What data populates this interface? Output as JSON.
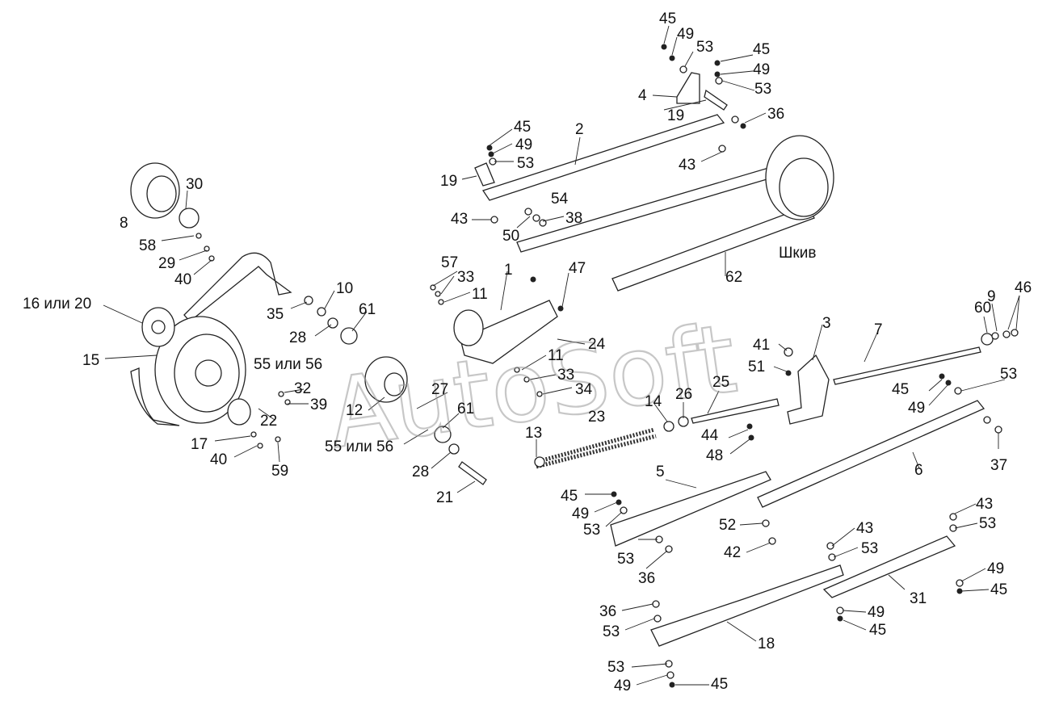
{
  "watermark": "AutoSoft",
  "pulley_label": "Шкив",
  "labels": [
    {
      "id": "l45a",
      "text": "45"
    },
    {
      "id": "l49a",
      "text": "49"
    },
    {
      "id": "l53a",
      "text": "53"
    },
    {
      "id": "l45b",
      "text": "45"
    },
    {
      "id": "l49b",
      "text": "49"
    },
    {
      "id": "l53b",
      "text": "53"
    },
    {
      "id": "l4",
      "text": "4"
    },
    {
      "id": "l19a",
      "text": "19"
    },
    {
      "id": "l36a",
      "text": "36"
    },
    {
      "id": "l2",
      "text": "2"
    },
    {
      "id": "l45c",
      "text": "45"
    },
    {
      "id": "l49c",
      "text": "49"
    },
    {
      "id": "l53c",
      "text": "53"
    },
    {
      "id": "l43a",
      "text": "43"
    },
    {
      "id": "l19b",
      "text": "19"
    },
    {
      "id": "l54",
      "text": "54"
    },
    {
      "id": "l43b",
      "text": "43"
    },
    {
      "id": "l38",
      "text": "38"
    },
    {
      "id": "l50",
      "text": "50"
    },
    {
      "id": "l30",
      "text": "30"
    },
    {
      "id": "l8",
      "text": "8"
    },
    {
      "id": "l58",
      "text": "58"
    },
    {
      "id": "l29",
      "text": "29"
    },
    {
      "id": "l40a",
      "text": "40"
    },
    {
      "id": "l57",
      "text": "57"
    },
    {
      "id": "l33a",
      "text": "33"
    },
    {
      "id": "l11a",
      "text": "11"
    },
    {
      "id": "l1",
      "text": "1"
    },
    {
      "id": "l47",
      "text": "47"
    },
    {
      "id": "l62",
      "text": "62"
    },
    {
      "id": "l10",
      "text": "10"
    },
    {
      "id": "l16",
      "text": "16 или 20"
    },
    {
      "id": "l35",
      "text": "35"
    },
    {
      "id": "l61a",
      "text": "61"
    },
    {
      "id": "l28a",
      "text": "28"
    },
    {
      "id": "l15",
      "text": "15"
    },
    {
      "id": "l5556a",
      "text": "55 или 56"
    },
    {
      "id": "l11b",
      "text": "11"
    },
    {
      "id": "l24",
      "text": "24"
    },
    {
      "id": "l33b",
      "text": "33"
    },
    {
      "id": "l34",
      "text": "34"
    },
    {
      "id": "l41",
      "text": "41"
    },
    {
      "id": "l3",
      "text": "3"
    },
    {
      "id": "l7",
      "text": "7"
    },
    {
      "id": "l60",
      "text": "60"
    },
    {
      "id": "l9",
      "text": "9"
    },
    {
      "id": "l46",
      "text": "46"
    },
    {
      "id": "l51",
      "text": "51"
    },
    {
      "id": "l25",
      "text": "25"
    },
    {
      "id": "l26",
      "text": "26"
    },
    {
      "id": "l14",
      "text": "14"
    },
    {
      "id": "l32",
      "text": "32"
    },
    {
      "id": "l39",
      "text": "39"
    },
    {
      "id": "l22",
      "text": "22"
    },
    {
      "id": "l12",
      "text": "12"
    },
    {
      "id": "l27",
      "text": "27"
    },
    {
      "id": "l61b",
      "text": "61"
    },
    {
      "id": "l23",
      "text": "23"
    },
    {
      "id": "l13",
      "text": "13"
    },
    {
      "id": "l44",
      "text": "44"
    },
    {
      "id": "l48",
      "text": "48"
    },
    {
      "id": "l45d",
      "text": "45"
    },
    {
      "id": "l49d",
      "text": "49"
    },
    {
      "id": "l53d",
      "text": "53"
    },
    {
      "id": "l37",
      "text": "37"
    },
    {
      "id": "l6",
      "text": "6"
    },
    {
      "id": "l17",
      "text": "17"
    },
    {
      "id": "l40b",
      "text": "40"
    },
    {
      "id": "l59",
      "text": "59"
    },
    {
      "id": "l5556b",
      "text": "55 или 56"
    },
    {
      "id": "l28b",
      "text": "28"
    },
    {
      "id": "l21",
      "text": "21"
    },
    {
      "id": "l5",
      "text": "5"
    },
    {
      "id": "l45e",
      "text": "45"
    },
    {
      "id": "l49e",
      "text": "49"
    },
    {
      "id": "l53e",
      "text": "53"
    },
    {
      "id": "l52",
      "text": "52"
    },
    {
      "id": "l42",
      "text": "42"
    },
    {
      "id": "l43c",
      "text": "43"
    },
    {
      "id": "l53f",
      "text": "53"
    },
    {
      "id": "l43d",
      "text": "43"
    },
    {
      "id": "l53g",
      "text": "53"
    },
    {
      "id": "l53h",
      "text": "53"
    },
    {
      "id": "l36b",
      "text": "36"
    },
    {
      "id": "l49f",
      "text": "49"
    },
    {
      "id": "l45f",
      "text": "45"
    },
    {
      "id": "l31",
      "text": "31"
    },
    {
      "id": "l36c",
      "text": "36"
    },
    {
      "id": "l53i",
      "text": "53"
    },
    {
      "id": "l49g",
      "text": "49"
    },
    {
      "id": "l45g",
      "text": "45"
    },
    {
      "id": "l18",
      "text": "18"
    },
    {
      "id": "l53j",
      "text": "53"
    },
    {
      "id": "l49h",
      "text": "49"
    },
    {
      "id": "l45h",
      "text": "45"
    }
  ]
}
